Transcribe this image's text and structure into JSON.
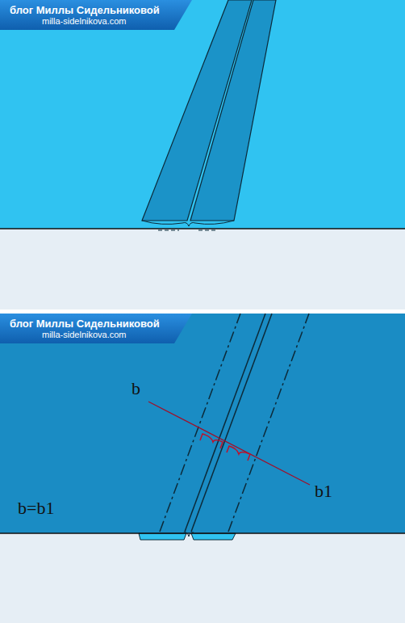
{
  "diagram": {
    "nodes": [
      {
        "text": [
          "блог Миллы Сидельниковой",
          "milla-sidelnikova.com"
        ]
      },
      {
        "text": [
          "блог Миллы Сидельниковой",
          "milla-sidelnikova.com"
        ]
      }
    ],
    "labels": [
      "b",
      "b1",
      "b=b1"
    ]
  }
}
